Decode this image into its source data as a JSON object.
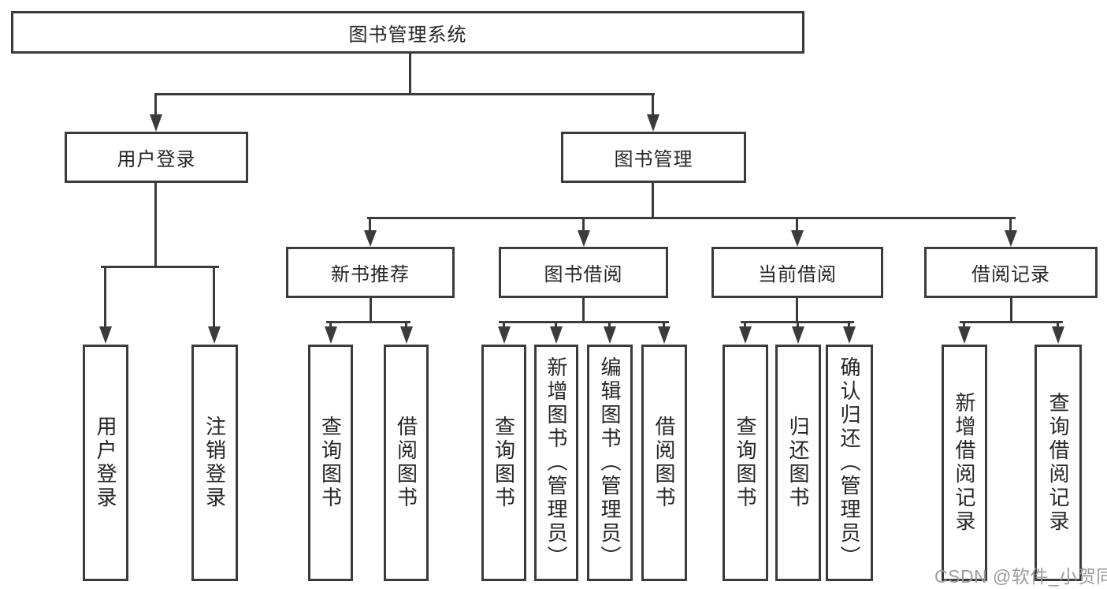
{
  "diagram": {
    "root": {
      "label": "图书管理系统"
    },
    "level2": [
      {
        "label": "用户登录"
      },
      {
        "label": "图书管理"
      }
    ],
    "level3": [
      {
        "label": "新书推荐"
      },
      {
        "label": "图书借阅"
      },
      {
        "label": "当前借阅"
      },
      {
        "label": "借阅记录"
      }
    ],
    "leaves": {
      "user_login": [
        {
          "label": "用户登录"
        },
        {
          "label": "注销登录"
        }
      ],
      "new_book": [
        {
          "label": "查询图书"
        },
        {
          "label": "借阅图书"
        }
      ],
      "book_borrow": [
        {
          "label": "查询图书"
        },
        {
          "label": "新增图书（管理员）"
        },
        {
          "label": "编辑图书（管理员）"
        },
        {
          "label": "借阅图书"
        }
      ],
      "current_borrow": [
        {
          "label": "查询图书"
        },
        {
          "label": "归还图书"
        },
        {
          "label": "确认归还（管理员）"
        }
      ],
      "borrow_record": [
        {
          "label": "新增借阅记录"
        },
        {
          "label": "查询借阅记录"
        }
      ]
    }
  },
  "watermark": {
    "text": "CSDN @软件_小贺同学"
  },
  "colors": {
    "line": "#3b3b3b",
    "text": "#262626",
    "background": "#ffffff",
    "watermark": "#9b9b9b"
  }
}
